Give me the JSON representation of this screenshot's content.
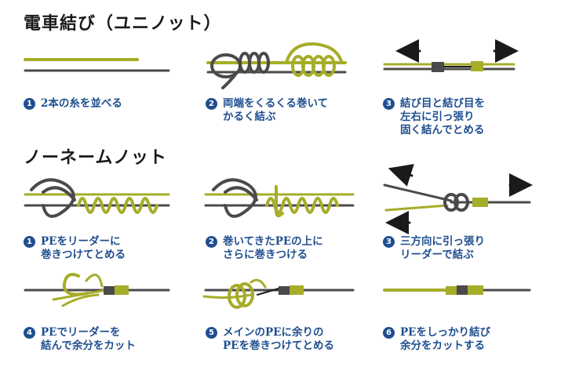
{
  "colors": {
    "pe": "#a6ad28",
    "leader": "#4a4a4a",
    "text": "#1f4e8f",
    "heading": "#1a1a1a"
  },
  "headings": {
    "section1": "電車結び（ユニノット）",
    "section2": "ノーネームノット"
  },
  "steps": [
    {
      "num": "1",
      "lines": [
        "2本の糸を並べる"
      ]
    },
    {
      "num": "2",
      "lines": [
        "両端をくるくる巻いて",
        "かるく結ぶ"
      ]
    },
    {
      "num": "3",
      "lines": [
        "結び目と結び目を",
        "左右に引っ張り",
        "固く結んでとめる"
      ]
    },
    {
      "num": "1",
      "lines": [
        "PEをリーダーに",
        "巻きつけてとめる"
      ]
    },
    {
      "num": "2",
      "lines": [
        "巻いてきたPEの上に",
        "さらに巻きつける"
      ]
    },
    {
      "num": "3",
      "lines": [
        "三方向に引っ張り",
        "リーダーで結ぶ"
      ]
    },
    {
      "num": "4",
      "lines": [
        "PEでリーダーを",
        "結んで余分をカット"
      ]
    },
    {
      "num": "5",
      "lines": [
        "メインのPEに余りの",
        "PEを巻きつけてとめる"
      ]
    },
    {
      "num": "6",
      "lines": [
        "PEをしっかり結び",
        "余分をカットする"
      ]
    }
  ]
}
